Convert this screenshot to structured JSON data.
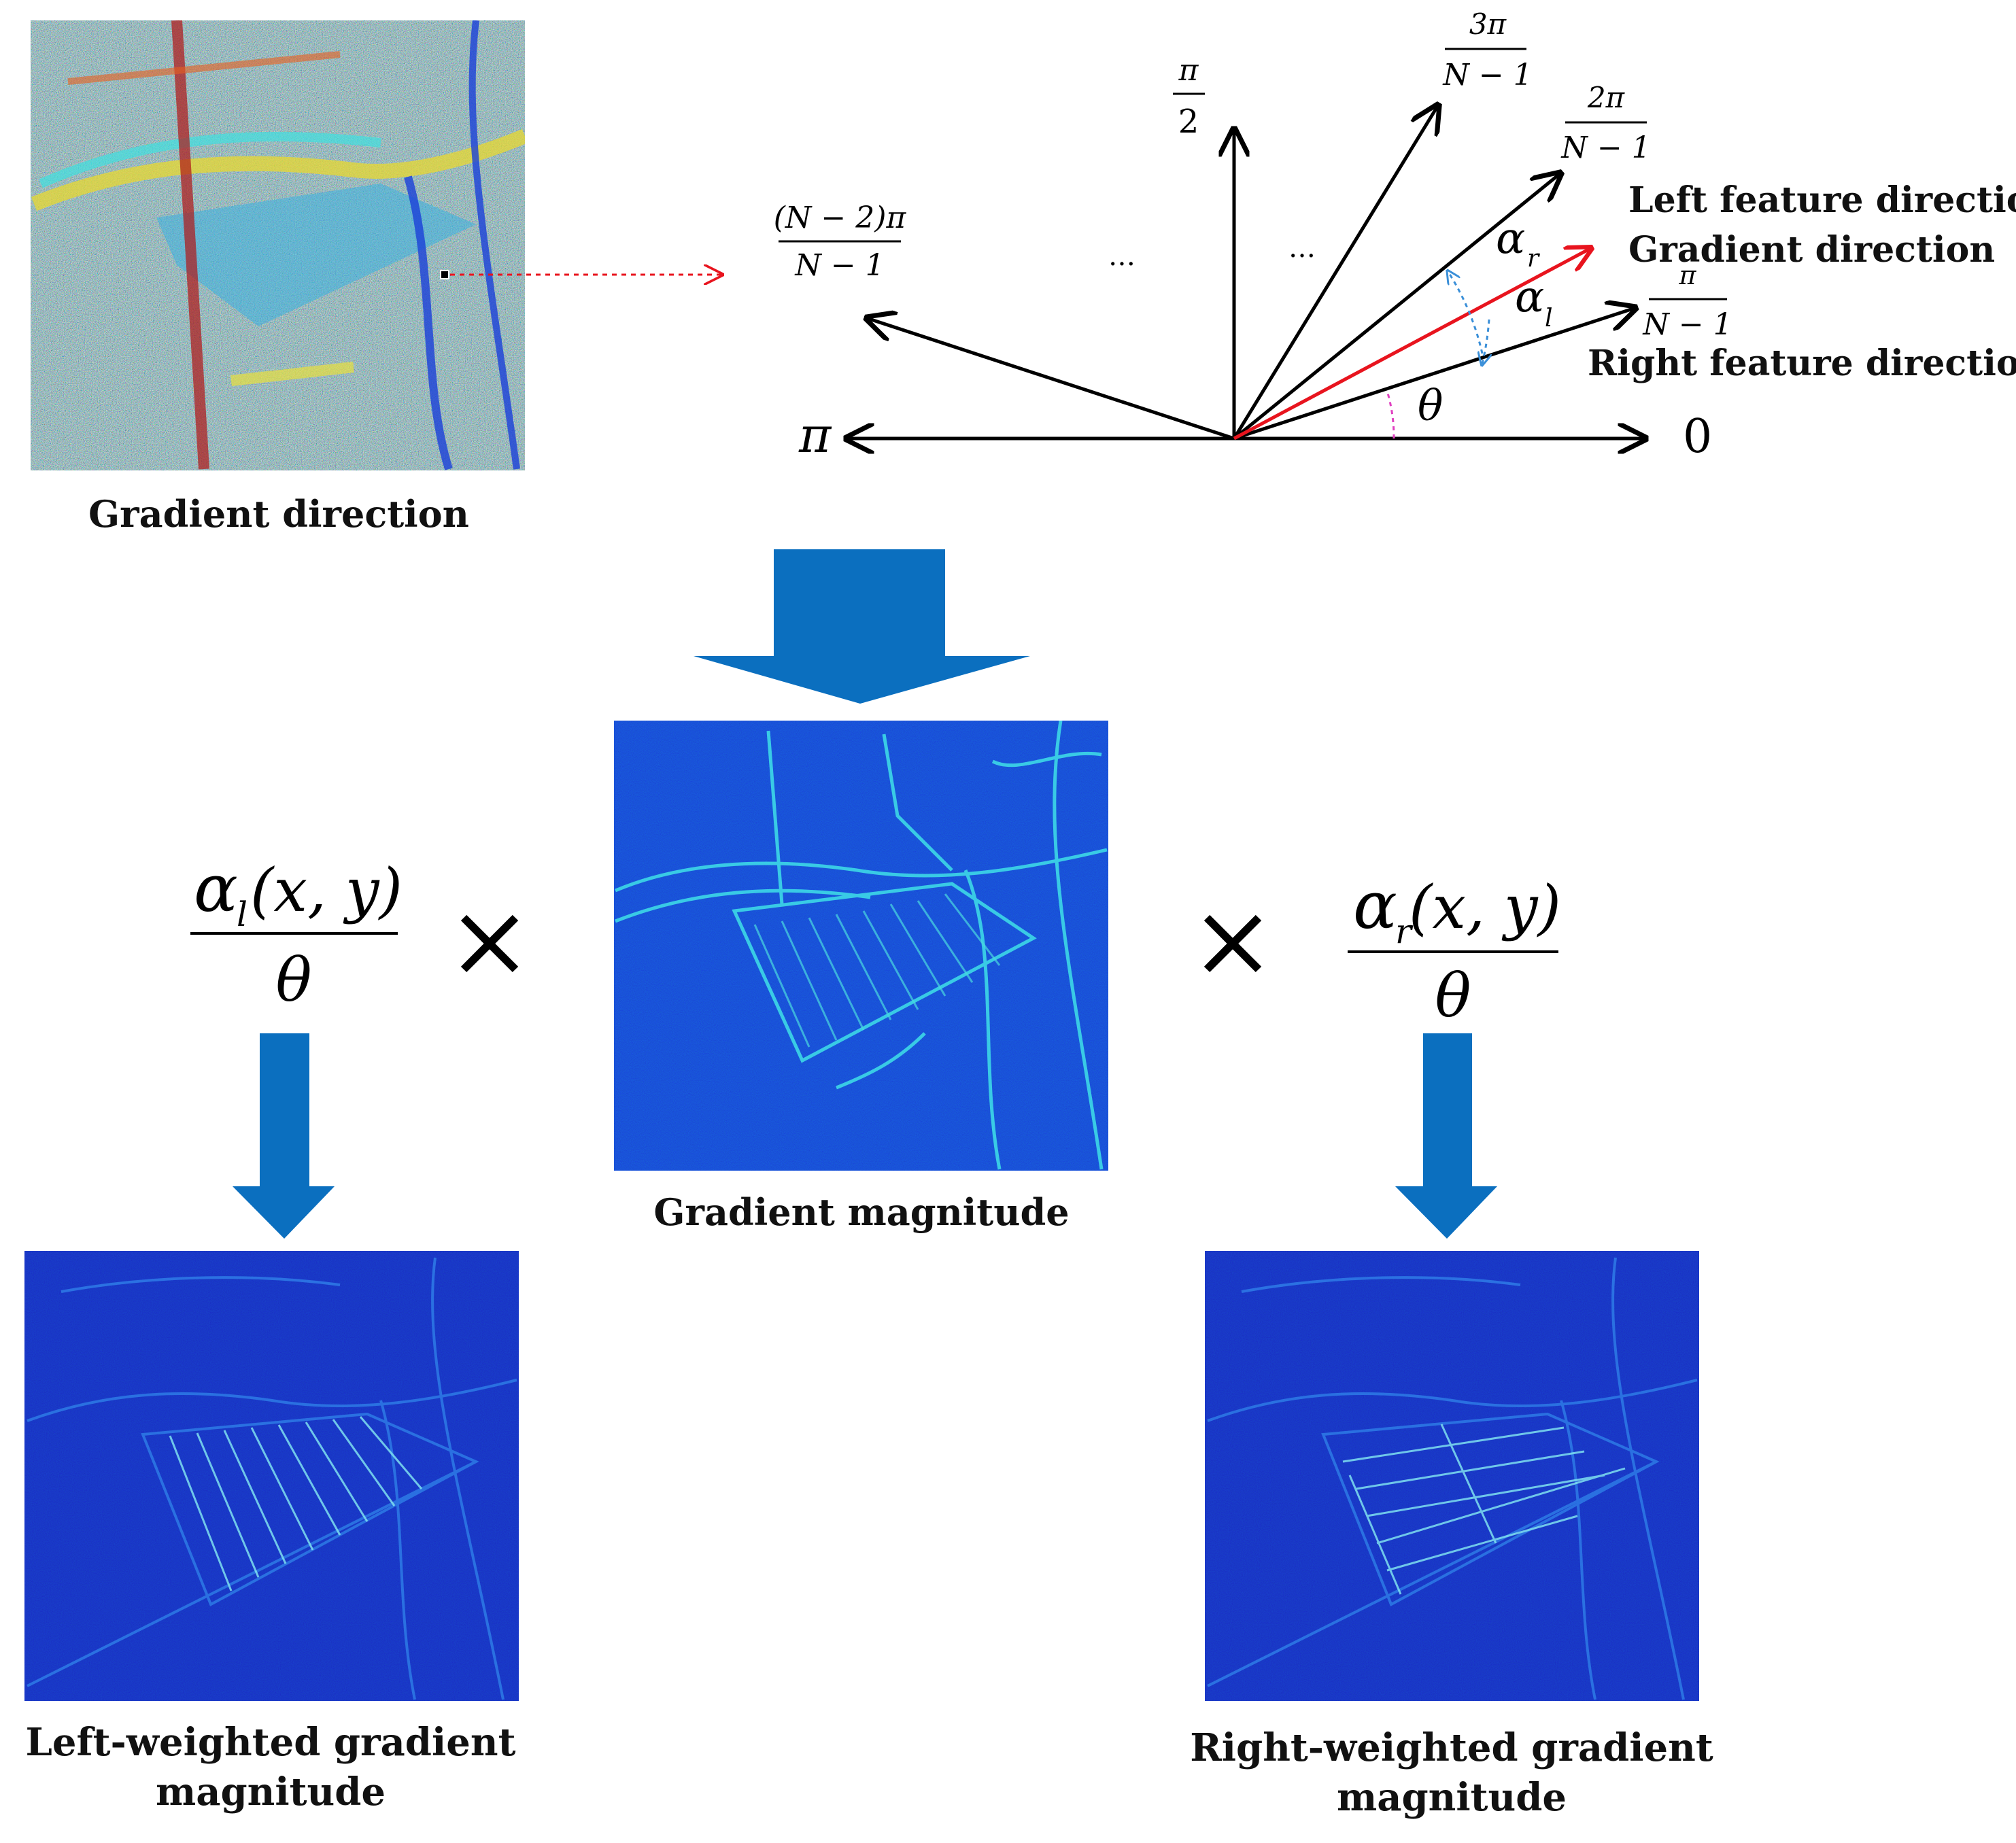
{
  "captions": {
    "gradient_direction": "Gradient direction",
    "gradient_magnitude": "Gradient magnitude",
    "left_weighted_line1": "Left-weighted gradient",
    "left_weighted_line2": "magnitude",
    "right_weighted_line1": "Right-weighted gradient",
    "right_weighted_line2": "magnitude"
  },
  "directions": {
    "left_feature": "Left feature direction",
    "gradient": "Gradient direction",
    "right_feature": "Right feature direction",
    "axis_zero": "0",
    "axis_pi": "π",
    "pi_over_2_num": "π",
    "pi_over_2_den": "2",
    "three_pi_num": "3π",
    "three_pi_den": "N − 1",
    "two_pi_num": "2π",
    "two_pi_den": "N − 1",
    "pi_n_num": "π",
    "pi_n_den": "N − 1",
    "n2_pi_num": "(N − 2)π",
    "n2_pi_den": "N − 1",
    "ellipsis": "…",
    "alpha_r": "α",
    "alpha_r_sub": "r",
    "alpha_l": "α",
    "alpha_l_sub": "l",
    "theta": "θ"
  },
  "formulas": {
    "left_num": "α",
    "left_sub": "l",
    "left_args": "(x, y)",
    "left_den": "θ",
    "right_num": "α",
    "right_sub": "r",
    "right_args": "(x, y)",
    "right_den": "θ",
    "times": "×"
  },
  "colors": {
    "arrow_blue": "#0b6fbf",
    "gradient_red": "#e8141e",
    "dir_map_base": "#2a8c7a",
    "mag_base": "#0a22c8",
    "weighted_base": "#0814b0",
    "edge_cyan": "#3fe0e8"
  }
}
